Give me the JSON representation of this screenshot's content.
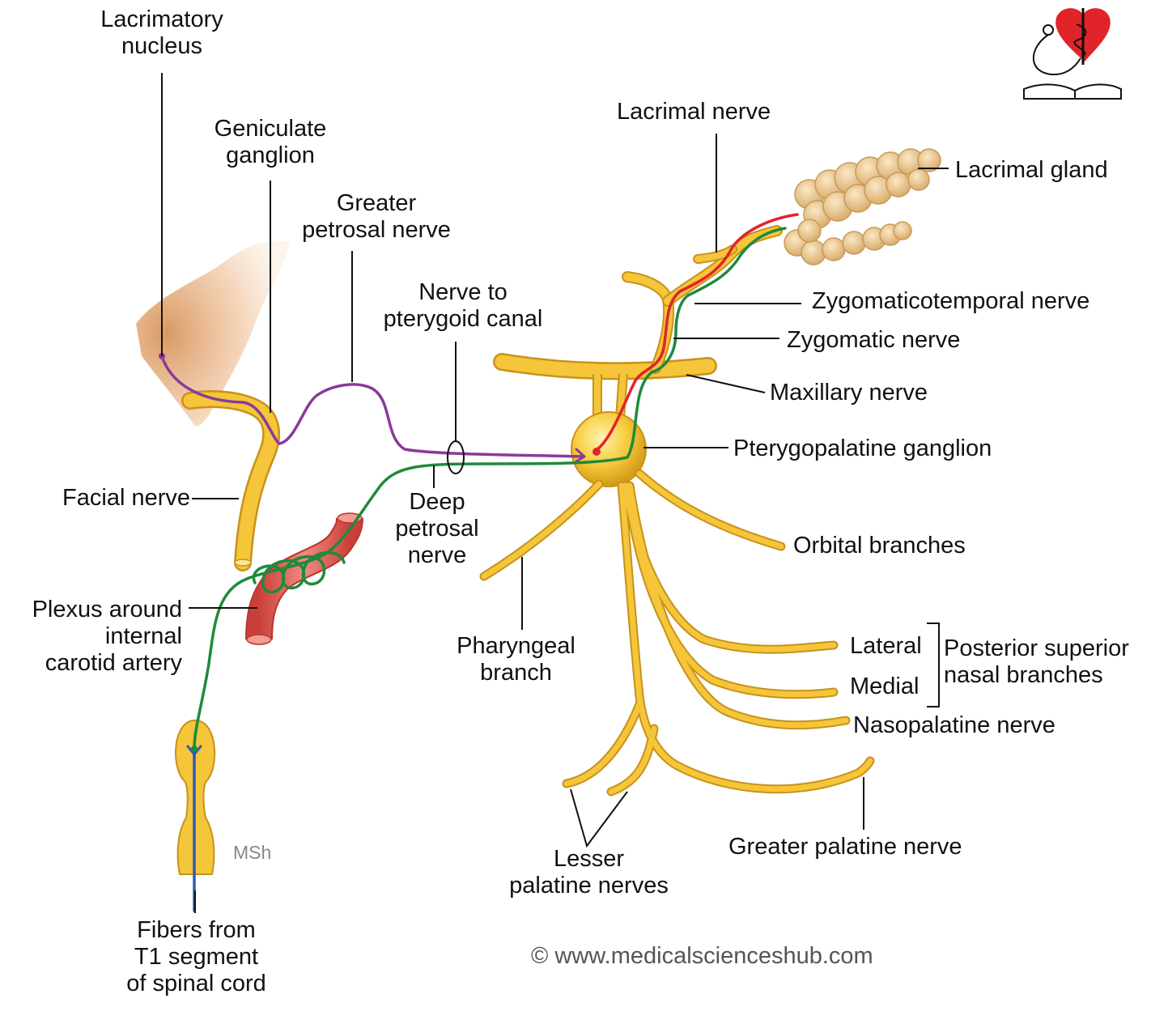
{
  "labels": {
    "lacrimatory_nucleus": "Lacrimatory\nnucleus",
    "geniculate_ganglion": "Geniculate\nganglion",
    "greater_petrosal_nerve": "Greater\npetrosal nerve",
    "nerve_to_pterygoid_canal": "Nerve to\npterygoid canal",
    "facial_nerve": "Facial nerve",
    "deep_petrosal_nerve": "Deep\npetrosal\nnerve",
    "plexus_internal_carotid": "Plexus around\ninternal\ncarotid artery",
    "fibers_t1": "Fibers from\nT1 segment\nof spinal cord",
    "lacrimal_nerve": "Lacrimal nerve",
    "lacrimal_gland": "Lacrimal gland",
    "zygomaticotemporal_nerve": "Zygomaticotemporal nerve",
    "zygomatic_nerve": "Zygomatic nerve",
    "maxillary_nerve": "Maxillary nerve",
    "pterygopalatine_ganglion": "Pterygopalatine ganglion",
    "orbital_branches": "Orbital branches",
    "pharyngeal_branch": "Pharyngeal\nbranch",
    "lateral": "Lateral",
    "medial": "Medial",
    "posterior_superior_nasal_branches": "Posterior superior\nnasal branches",
    "nasopalatine_nerve": "Nasopalatine nerve",
    "lesser_palatine_nerves": "Lesser\npalatine nerves",
    "greater_palatine_nerve": "Greater palatine nerve"
  },
  "signature": "MSh",
  "copyright": "© www.medicalscienceshub.com",
  "colors": {
    "nerve_fill": "#f5c53a",
    "nerve_edge": "#c8921a",
    "preganglionic_parasympathetic": "#8a3a9a",
    "postganglionic_parasympathetic": "#e0242a",
    "sympathetic": "#1f8a3c",
    "spinal_fiber": "#2a5bb5",
    "artery": "#e3665a",
    "gland": "#e8c48a",
    "brainstem": "#e9b98a",
    "logo_heart": "#e0242a"
  },
  "icons": {
    "logo": "heart-stethoscope-book-logo"
  }
}
